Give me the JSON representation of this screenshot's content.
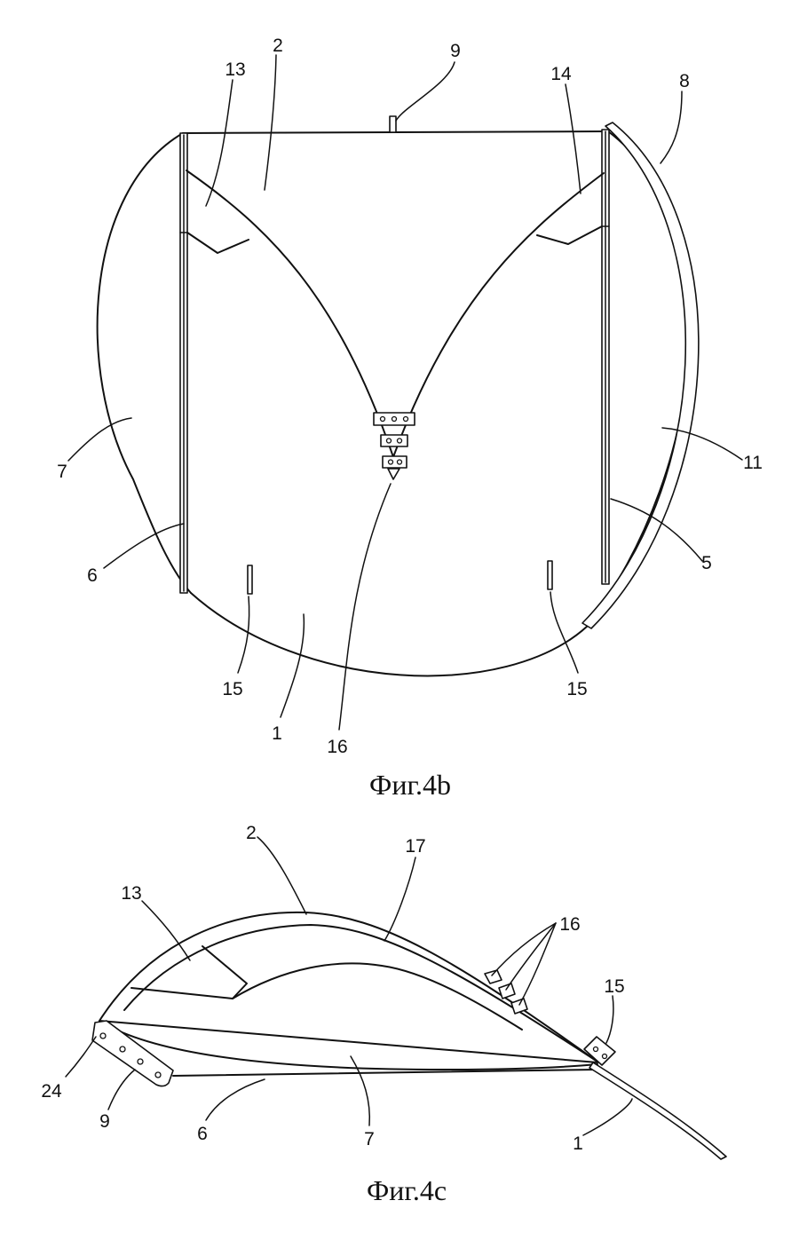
{
  "figures": [
    {
      "caption": "Фиг.4b",
      "reference_numerals": [
        "13",
        "2",
        "9",
        "14",
        "8",
        "7",
        "11",
        "6",
        "5",
        "15",
        "15",
        "1",
        "16"
      ]
    },
    {
      "caption": "Фиг.4c",
      "reference_numerals": [
        "2",
        "17",
        "13",
        "16",
        "15",
        "24",
        "9",
        "6",
        "7",
        "1"
      ]
    }
  ],
  "colors": {
    "ink": "#111111",
    "paper": "#ffffff"
  }
}
